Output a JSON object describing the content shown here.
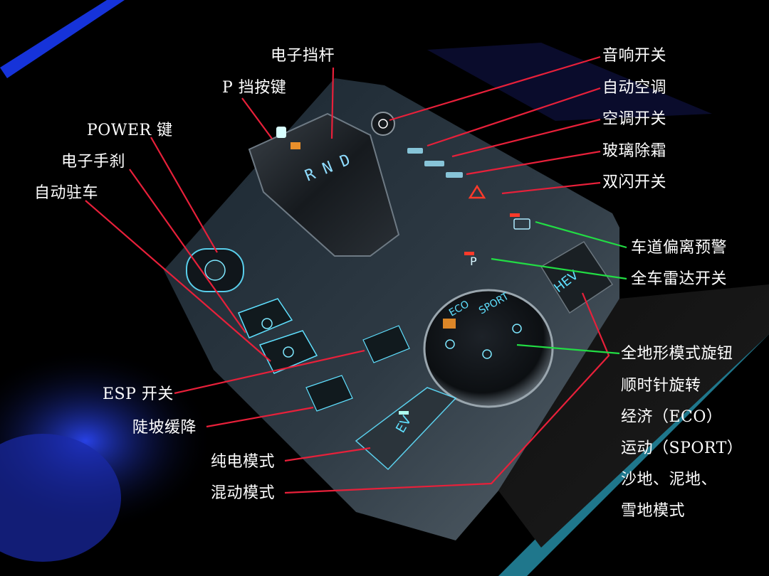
{
  "labels": {
    "electronic_shifter": "电子挡杆",
    "p_button": "P 挡按键",
    "power_key": "POWER 键",
    "electronic_handbrake": "电子手刹",
    "auto_hold": "自动驻车",
    "audio_switch": "音响开关",
    "auto_ac": "自动空调",
    "ac_switch": "空调开关",
    "defrost": "玻璃除霜",
    "hazard": "双闪开关",
    "lane_departure": "车道偏离预警",
    "radar_switch": "全车雷达开关",
    "terrain_knob": "全地形模式旋钮",
    "terrain_desc_1": "顺时针旋转",
    "terrain_desc_2": "经济（ECO）",
    "terrain_desc_3": "运动（SPORT）",
    "terrain_desc_4": "沙地、泥地、",
    "terrain_desc_5": "雪地模式",
    "esp_switch": "ESP 开关",
    "hill_descent": "陡坡缓降",
    "ev_mode": "纯电模式",
    "hybrid_mode": "混动模式"
  },
  "button_texts": {
    "eco": "ECO",
    "sport": "SPORT",
    "ev": "EV",
    "hev": "HEV",
    "p_letter": "P"
  },
  "colors": {
    "leader_red": "#e8203a",
    "leader_green": "#22dd44",
    "ambient_blue": "#1a3cff",
    "button_glow": "#5fe0ff"
  }
}
